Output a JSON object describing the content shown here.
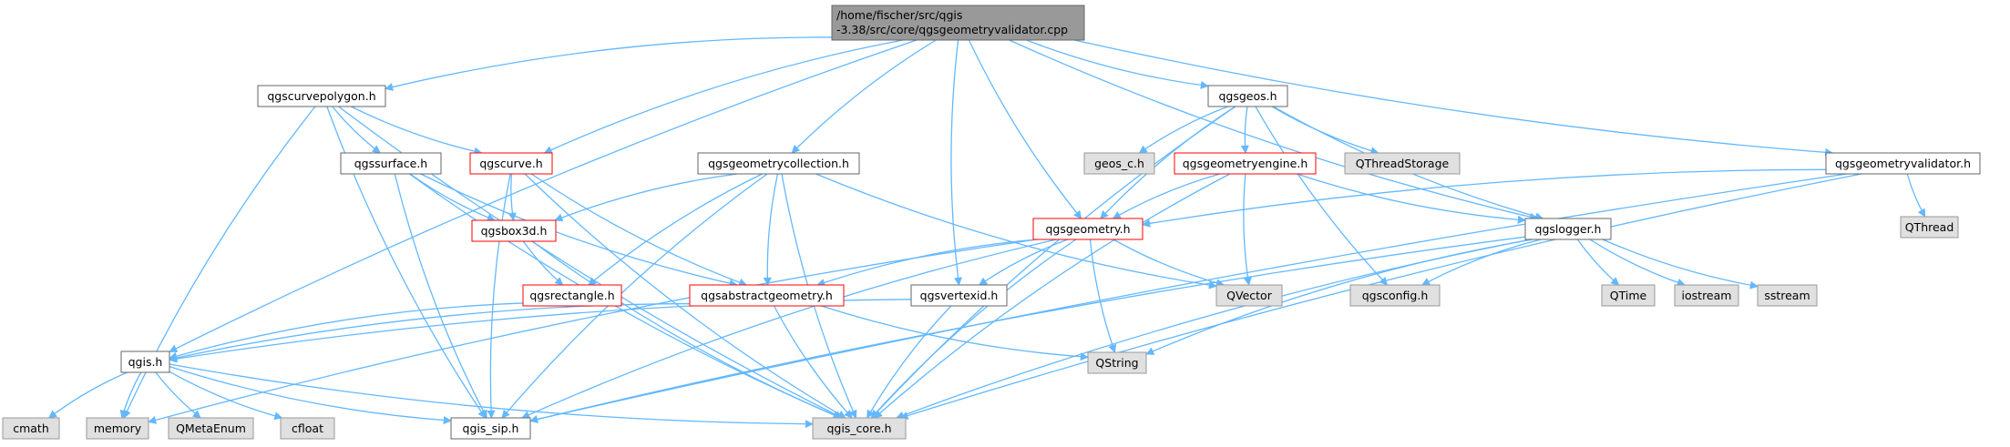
{
  "colors": {
    "edge": "#63b8ff",
    "root_fill": "#999999",
    "node_fill": "#ffffff",
    "system_fill": "#e0e0e0",
    "node_border": "#666666",
    "system_border": "#999999",
    "truncated_border": "#ff0000",
    "text": "#000000"
  },
  "nodes": {
    "validator_cpp": {
      "label_line1": "/home/fischer/src/qgis",
      "label_line2": "-3.38/src/core/qgsgeometryvalidator.cpp",
      "kind": "root"
    },
    "curvepolygon": {
      "label": "qgscurvepolygon.h",
      "kind": "normal"
    },
    "geos": {
      "label": "qgsgeos.h",
      "kind": "normal"
    },
    "validator_h": {
      "label": "qgsgeometryvalidator.h",
      "kind": "normal"
    },
    "surface": {
      "label": "qgssurface.h",
      "kind": "normal"
    },
    "curve": {
      "label": "qgscurve.h",
      "kind": "truncated"
    },
    "collection": {
      "label": "qgsgeometrycollection.h",
      "kind": "normal"
    },
    "geos_c": {
      "label": "geos_c.h",
      "kind": "system"
    },
    "engine": {
      "label": "qgsgeometryengine.h",
      "kind": "truncated"
    },
    "qthreadstorage": {
      "label": "QThreadStorage",
      "kind": "system"
    },
    "qthread": {
      "label": "QThread",
      "kind": "system"
    },
    "box3d": {
      "label": "qgsbox3d.h",
      "kind": "truncated"
    },
    "geometry": {
      "label": "qgsgeometry.h",
      "kind": "truncated"
    },
    "logger": {
      "label": "qgslogger.h",
      "kind": "normal"
    },
    "rectangle": {
      "label": "qgsrectangle.h",
      "kind": "truncated"
    },
    "abstract": {
      "label": "qgsabstractgeometry.h",
      "kind": "truncated"
    },
    "vertexid": {
      "label": "qgsvertexid.h",
      "kind": "normal"
    },
    "qvector": {
      "label": "QVector",
      "kind": "system"
    },
    "qgsconfig": {
      "label": "qgsconfig.h",
      "kind": "system"
    },
    "qtime": {
      "label": "QTime",
      "kind": "system"
    },
    "iostream": {
      "label": "iostream",
      "kind": "system"
    },
    "sstream": {
      "label": "sstream",
      "kind": "system"
    },
    "qgis": {
      "label": "qgis.h",
      "kind": "normal"
    },
    "qstring": {
      "label": "QString",
      "kind": "system"
    },
    "cmath": {
      "label": "cmath",
      "kind": "system"
    },
    "memory": {
      "label": "memory",
      "kind": "system"
    },
    "qmetaenum": {
      "label": "QMetaEnum",
      "kind": "system"
    },
    "cfloat": {
      "label": "cfloat",
      "kind": "system"
    },
    "qgis_sip": {
      "label": "qgis_sip.h",
      "kind": "normal"
    },
    "qgis_core": {
      "label": "qgis_core.h",
      "kind": "system"
    }
  },
  "edges": [
    [
      "validator_cpp",
      "qgis"
    ],
    [
      "validator_cpp",
      "curvepolygon"
    ],
    [
      "validator_cpp",
      "curve"
    ],
    [
      "validator_cpp",
      "collection"
    ],
    [
      "validator_cpp",
      "vertexid"
    ],
    [
      "validator_cpp",
      "geometry"
    ],
    [
      "validator_cpp",
      "geos"
    ],
    [
      "validator_cpp",
      "logger"
    ],
    [
      "validator_cpp",
      "validator_h"
    ],
    [
      "curvepolygon",
      "surface"
    ],
    [
      "curvepolygon",
      "curve"
    ],
    [
      "curvepolygon",
      "memory"
    ],
    [
      "curvepolygon",
      "qgis_sip"
    ],
    [
      "curvepolygon",
      "qgis_core"
    ],
    [
      "surface",
      "box3d"
    ],
    [
      "surface",
      "abstract"
    ],
    [
      "surface",
      "qgis_sip"
    ],
    [
      "surface",
      "qgis_core"
    ],
    [
      "curve",
      "box3d"
    ],
    [
      "curve",
      "abstract"
    ],
    [
      "curve",
      "qgis_sip"
    ],
    [
      "curve",
      "qgis_core"
    ],
    [
      "collection",
      "box3d"
    ],
    [
      "collection",
      "rectangle"
    ],
    [
      "collection",
      "abstract"
    ],
    [
      "collection",
      "qvector"
    ],
    [
      "collection",
      "qgis_sip"
    ],
    [
      "collection",
      "qgis_core"
    ],
    [
      "box3d",
      "rectangle"
    ],
    [
      "box3d",
      "qgis_core"
    ],
    [
      "rectangle",
      "qgis"
    ],
    [
      "abstract",
      "qgis"
    ],
    [
      "abstract",
      "qstring"
    ],
    [
      "abstract",
      "qgis_core"
    ],
    [
      "vertexid",
      "qgis"
    ],
    [
      "vertexid",
      "qgis_core"
    ],
    [
      "geos",
      "geos_c"
    ],
    [
      "geos",
      "engine"
    ],
    [
      "geos",
      "qthreadstorage"
    ],
    [
      "geos",
      "geometry"
    ],
    [
      "geos",
      "qgsconfig"
    ],
    [
      "geos",
      "qgis_core"
    ],
    [
      "geos",
      "logger"
    ],
    [
      "engine",
      "geometry"
    ],
    [
      "engine",
      "qvector"
    ],
    [
      "engine",
      "logger"
    ],
    [
      "engine",
      "qgis_core"
    ],
    [
      "geometry",
      "abstract"
    ],
    [
      "geometry",
      "vertexid"
    ],
    [
      "geometry",
      "qvector"
    ],
    [
      "geometry",
      "qstring"
    ],
    [
      "geometry",
      "memory"
    ],
    [
      "geometry",
      "qgis_sip"
    ],
    [
      "geometry",
      "qgis_core"
    ],
    [
      "validator_h",
      "geometry"
    ],
    [
      "validator_h",
      "qthread"
    ],
    [
      "validator_h",
      "qgis_sip"
    ],
    [
      "validator_h",
      "qgis_core"
    ],
    [
      "logger",
      "qgsconfig"
    ],
    [
      "logger",
      "qtime"
    ],
    [
      "logger",
      "iostream"
    ],
    [
      "logger",
      "sstream"
    ],
    [
      "logger",
      "qstring"
    ],
    [
      "logger",
      "qgis_sip"
    ],
    [
      "logger",
      "qgis_core"
    ],
    [
      "qgis",
      "cmath"
    ],
    [
      "qgis",
      "memory"
    ],
    [
      "qgis",
      "qmetaenum"
    ],
    [
      "qgis",
      "cfloat"
    ],
    [
      "qgis",
      "qgis_sip"
    ],
    [
      "qgis",
      "qgis_core"
    ]
  ]
}
